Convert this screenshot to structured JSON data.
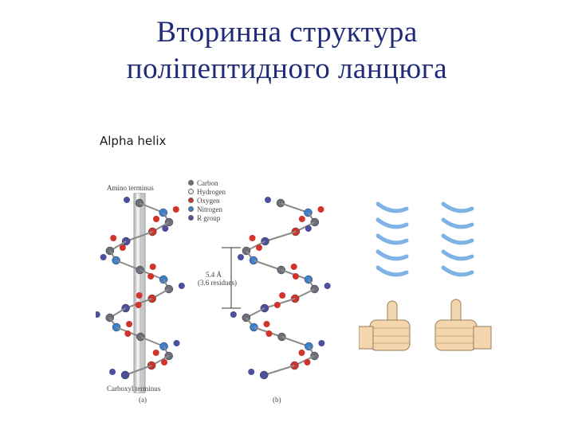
{
  "title": {
    "line1": "Вторинна структура",
    "line2": "поліпептидного ланцюга"
  },
  "subtitle": "Alpha helix",
  "figure": {
    "amino_terminus": "Amino terminus",
    "carboxyl_terminus": "Carboxyl terminus",
    "panel_a": "(a)",
    "panel_b": "(b)",
    "pitch_value": "5.4 Å",
    "pitch_note": "(3.6 residues)",
    "legend": [
      {
        "label": "Carbon",
        "color": "#6b6f7a"
      },
      {
        "label": "Hydrogen",
        "color": "#f4f4f4"
      },
      {
        "label": "Oxygen",
        "color": "#d0342c"
      },
      {
        "label": "Nitrogen",
        "color": "#3a7fd0"
      },
      {
        "label": "R group",
        "color": "#4b4f9c"
      }
    ]
  },
  "colors": {
    "title": "#1f2a78",
    "carbon": "#6b6f7a",
    "oxygen": "#d0342c",
    "nitrogen": "#3a7fd0",
    "r_group": "#4b4f9c",
    "coil": "#7fb3e6",
    "hand": "#f3d6ad"
  }
}
